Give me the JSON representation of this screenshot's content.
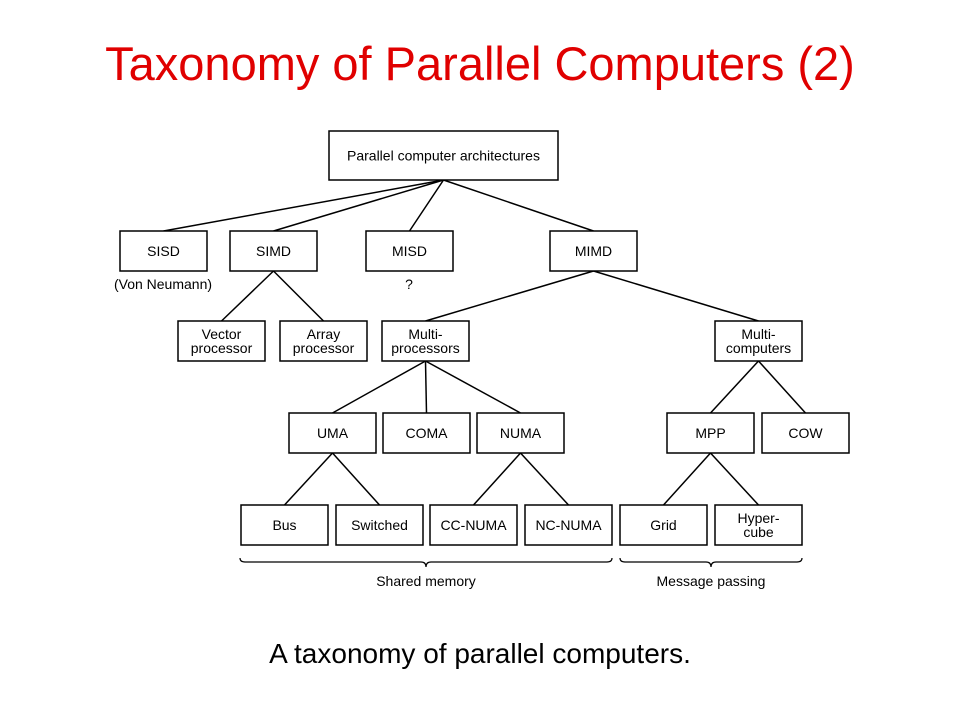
{
  "slide": {
    "title": "Taxonomy of Parallel Computers (2)",
    "caption": "A taxonomy of parallel computers."
  },
  "nodes": [
    {
      "id": "root",
      "lines": [
        "Parallel computer architectures"
      ]
    },
    {
      "id": "sisd",
      "lines": [
        "SISD"
      ]
    },
    {
      "id": "simd",
      "lines": [
        "SIMD"
      ]
    },
    {
      "id": "misd",
      "lines": [
        "MISD"
      ]
    },
    {
      "id": "mimd",
      "lines": [
        "MIMD"
      ]
    },
    {
      "id": "vector",
      "lines": [
        "Vector",
        "processor"
      ]
    },
    {
      "id": "array",
      "lines": [
        "Array",
        "processor"
      ]
    },
    {
      "id": "multiproc",
      "lines": [
        "Multi-",
        "processors"
      ]
    },
    {
      "id": "multicomp",
      "lines": [
        "Multi-",
        "computers"
      ]
    },
    {
      "id": "uma",
      "lines": [
        "UMA"
      ]
    },
    {
      "id": "coma",
      "lines": [
        "COMA"
      ]
    },
    {
      "id": "numa",
      "lines": [
        "NUMA"
      ]
    },
    {
      "id": "mpp",
      "lines": [
        "MPP"
      ]
    },
    {
      "id": "cow",
      "lines": [
        "COW"
      ]
    },
    {
      "id": "bus",
      "lines": [
        "Bus"
      ]
    },
    {
      "id": "switched",
      "lines": [
        "Switched"
      ]
    },
    {
      "id": "ccnuma",
      "lines": [
        "CC-NUMA"
      ]
    },
    {
      "id": "ncnuma",
      "lines": [
        "NC-NUMA"
      ]
    },
    {
      "id": "grid",
      "lines": [
        "Grid"
      ]
    },
    {
      "id": "hypercube",
      "lines": [
        "Hyper-",
        "cube"
      ]
    }
  ],
  "edges": [
    [
      "root",
      "sisd"
    ],
    [
      "root",
      "simd"
    ],
    [
      "root",
      "misd"
    ],
    [
      "root",
      "mimd"
    ],
    [
      "simd",
      "vector"
    ],
    [
      "simd",
      "array"
    ],
    [
      "mimd",
      "multiproc"
    ],
    [
      "mimd",
      "multicomp"
    ],
    [
      "multiproc",
      "uma"
    ],
    [
      "multiproc",
      "coma"
    ],
    [
      "multiproc",
      "numa"
    ],
    [
      "multicomp",
      "mpp"
    ],
    [
      "multicomp",
      "cow"
    ],
    [
      "uma",
      "bus"
    ],
    [
      "uma",
      "switched"
    ],
    [
      "numa",
      "ccnuma"
    ],
    [
      "numa",
      "ncnuma"
    ],
    [
      "mpp",
      "grid"
    ],
    [
      "mpp",
      "hypercube"
    ]
  ],
  "notes": {
    "sisd": "(Von Neumann)",
    "misd": "?"
  },
  "groups": [
    {
      "id": "shared",
      "label": "Shared memory"
    },
    {
      "id": "message",
      "label": "Message passing"
    }
  ]
}
